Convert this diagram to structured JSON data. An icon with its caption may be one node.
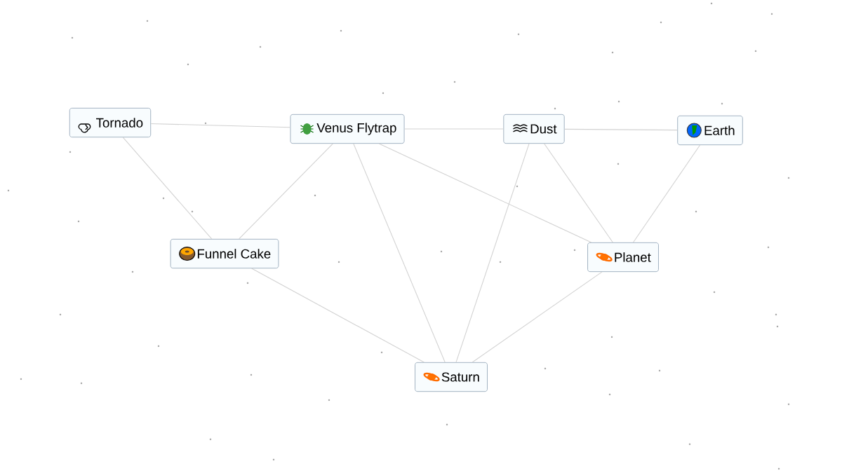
{
  "diagram": {
    "nodes": [
      {
        "text": [
          "Tornado"
        ]
      },
      {
        "text": [
          "Venus Flytrap"
        ]
      },
      {
        "text": [
          "Dust"
        ]
      },
      {
        "text": [
          "Earth"
        ]
      },
      {
        "text": [
          "Funnel Cake"
        ]
      },
      {
        "text": [
          "Planet"
        ]
      },
      {
        "text": [
          "Saturn"
        ]
      }
    ],
    "edges": [
      {
        "from": 0,
        "to": 1,
        "arrow": "none"
      },
      {
        "from": 1,
        "to": 2,
        "arrow": "none"
      },
      {
        "from": 2,
        "to": 3,
        "arrow": "none"
      },
      {
        "from": 0,
        "to": 4,
        "arrow": "none"
      },
      {
        "from": 1,
        "to": 4,
        "arrow": "none"
      },
      {
        "from": 1,
        "to": 6,
        "arrow": "none"
      },
      {
        "from": 1,
        "to": 5,
        "arrow": "none"
      },
      {
        "from": 2,
        "to": 5,
        "arrow": "none"
      },
      {
        "from": 2,
        "to": 6,
        "arrow": "none"
      },
      {
        "from": 3,
        "to": 5,
        "arrow": "none"
      },
      {
        "from": 4,
        "to": 6,
        "arrow": "none"
      },
      {
        "from": 5,
        "to": 6,
        "arrow": "none"
      }
    ]
  }
}
